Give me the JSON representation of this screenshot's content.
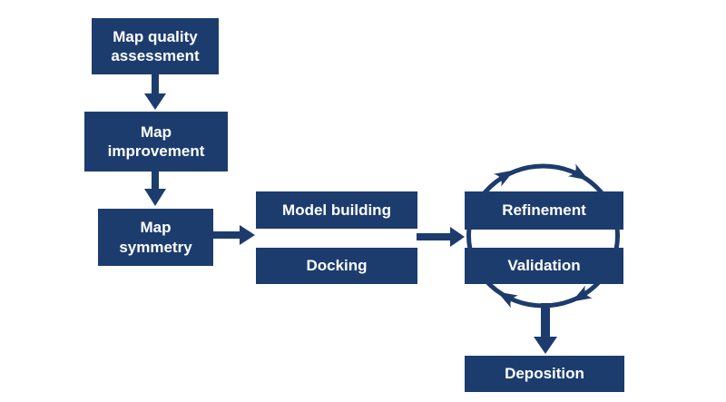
{
  "theme": {
    "box_color": "#1d3c6e",
    "text_color": "#ffffff",
    "background": "#ffffff"
  },
  "diagram": {
    "nodes": {
      "map_quality_assessment": {
        "label": "Map quality\nassessment"
      },
      "map_improvement": {
        "label": "Map\nimprovement"
      },
      "map_symmetry": {
        "label": "Map\nsymmetry"
      },
      "model_building": {
        "label": "Model building"
      },
      "docking": {
        "label": "Docking"
      },
      "refinement": {
        "label": "Refinement"
      },
      "validation": {
        "label": "Validation"
      },
      "deposition": {
        "label": "Deposition"
      }
    },
    "connections": [
      {
        "from": "map_quality_assessment",
        "to": "map_improvement",
        "type": "arrow-down"
      },
      {
        "from": "map_improvement",
        "to": "map_symmetry",
        "type": "arrow-down"
      },
      {
        "from": "map_symmetry",
        "to": "model_building_and_docking",
        "type": "arrow-right"
      },
      {
        "from": "model_building_and_docking",
        "to": "refinement_and_validation",
        "type": "arrow-right"
      },
      {
        "between": [
          "refinement",
          "validation"
        ],
        "type": "clockwise-cycle-ring"
      },
      {
        "from": "refinement_validation_cycle",
        "to": "deposition",
        "type": "arrow-down"
      }
    ]
  }
}
